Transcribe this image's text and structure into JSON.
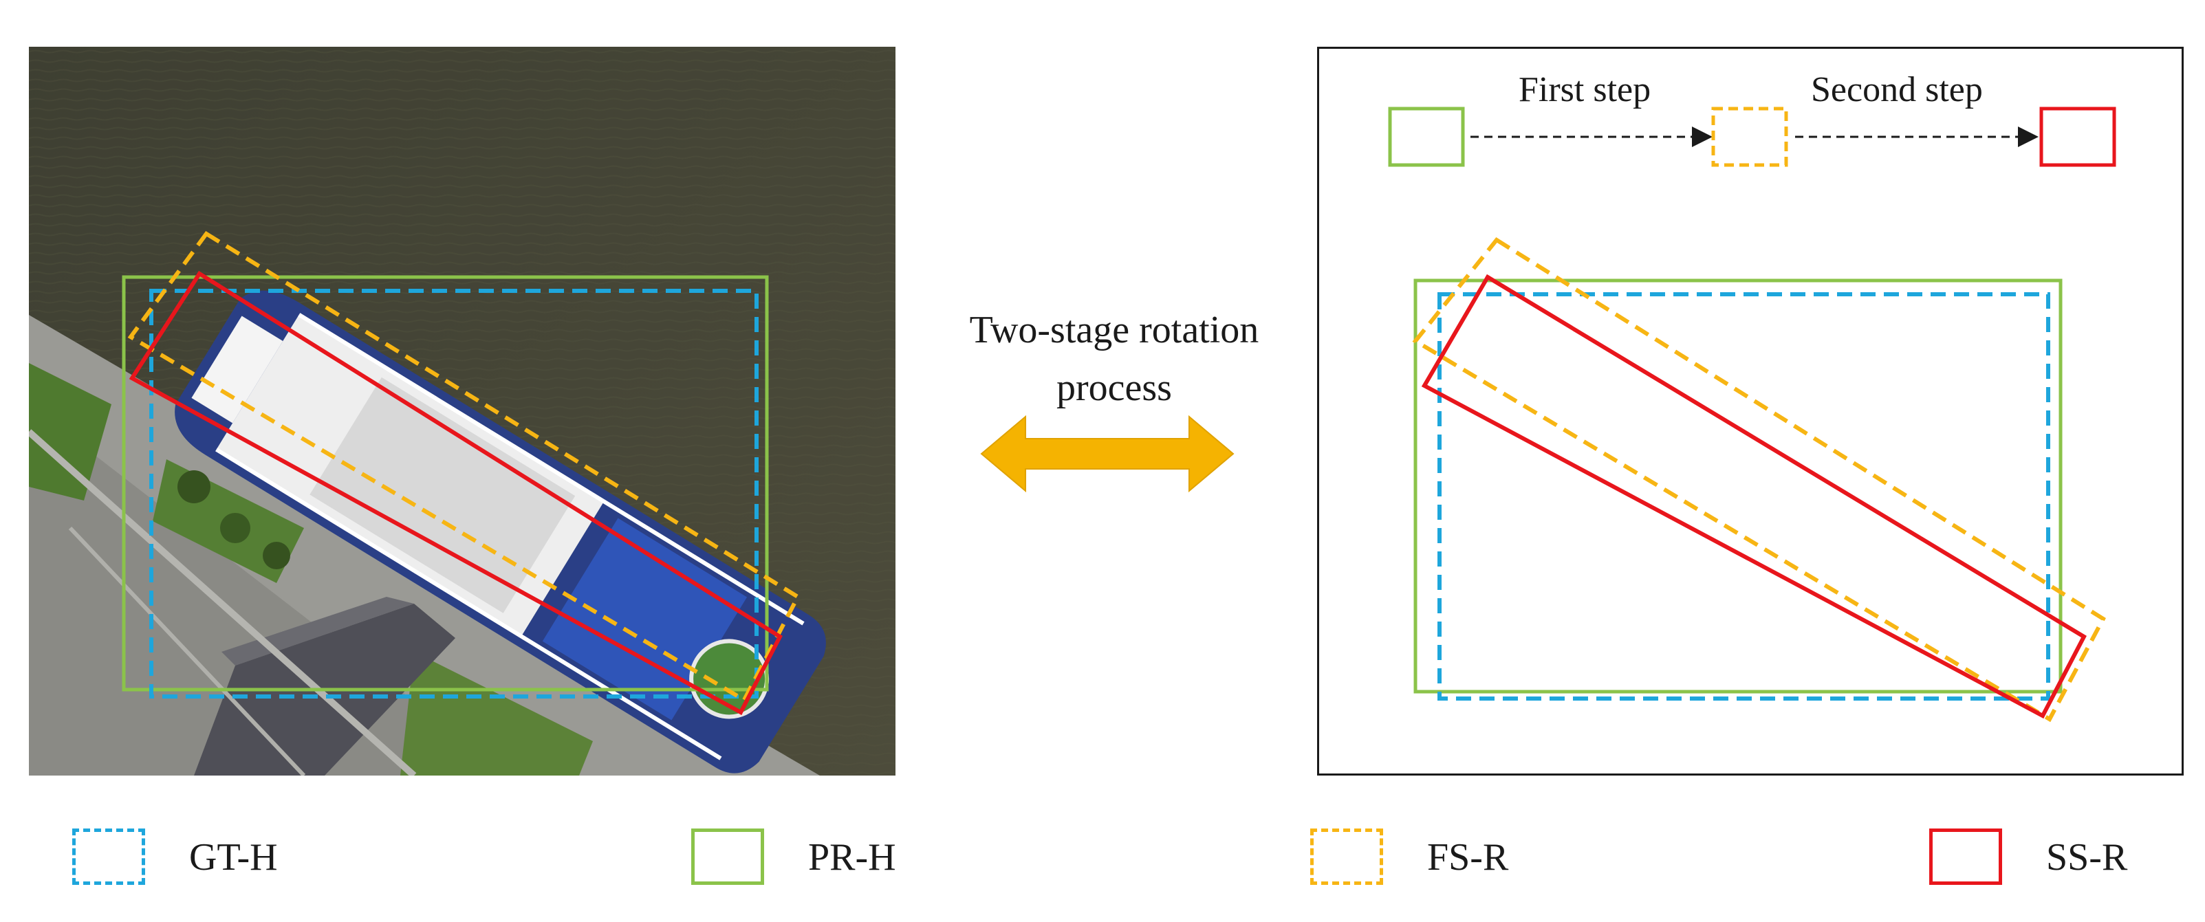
{
  "center": {
    "line1": "Two-stage rotation",
    "line2": "process"
  },
  "steps": {
    "first": "First step",
    "second": "Second step"
  },
  "legend": [
    {
      "label": "GT-H",
      "color": "#1ea6dc",
      "style": "dashed"
    },
    {
      "label": "PR-H",
      "color": "#8bc34a",
      "style": "solid"
    },
    {
      "label": "FS-R",
      "color": "#f7b514",
      "style": "dashed"
    },
    {
      "label": "SS-R",
      "color": "#e8161c",
      "style": "solid"
    }
  ],
  "colors": {
    "gt_h": "#1ea6dc",
    "pr_h": "#8bc34a",
    "fs_r": "#f7b514",
    "ss_r": "#e8161c",
    "arrow": "#f5b301",
    "water": "#4a4a38"
  }
}
